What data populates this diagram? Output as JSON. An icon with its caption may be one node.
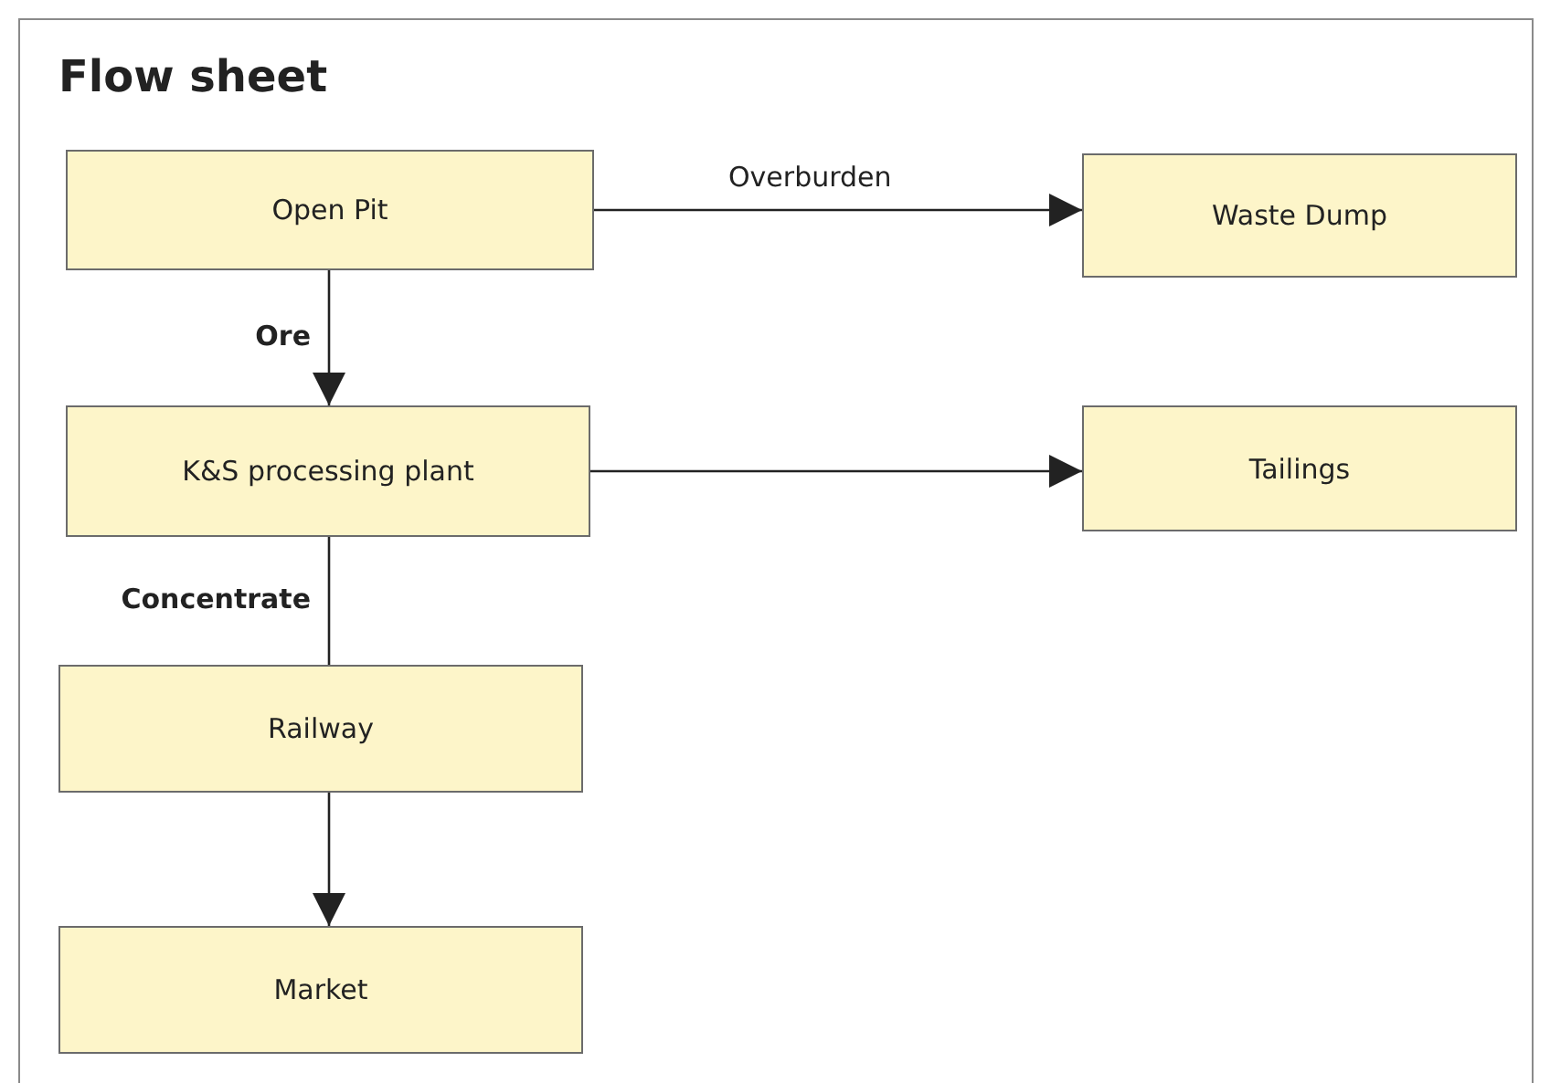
{
  "diagram": {
    "title": "Flow sheet",
    "nodes": [
      {
        "text": [
          "Open Pit"
        ]
      },
      {
        "text": [
          "Waste Dump"
        ]
      },
      {
        "text": [
          "K&S processing plant"
        ]
      },
      {
        "text": [
          "Tailings"
        ]
      },
      {
        "text": [
          "Railway"
        ]
      },
      {
        "text": [
          "Market"
        ]
      }
    ],
    "edges": [
      {
        "from": 0,
        "to": 1,
        "arrow": "to",
        "label": "Overburden"
      },
      {
        "from": 0,
        "to": 2,
        "arrow": "to",
        "label": "Ore"
      },
      {
        "from": 2,
        "to": 3,
        "arrow": "to"
      },
      {
        "from": 2,
        "to": 4,
        "arrow": "none",
        "label": "Concentrate"
      },
      {
        "from": 4,
        "to": 5,
        "arrow": "to"
      }
    ]
  }
}
